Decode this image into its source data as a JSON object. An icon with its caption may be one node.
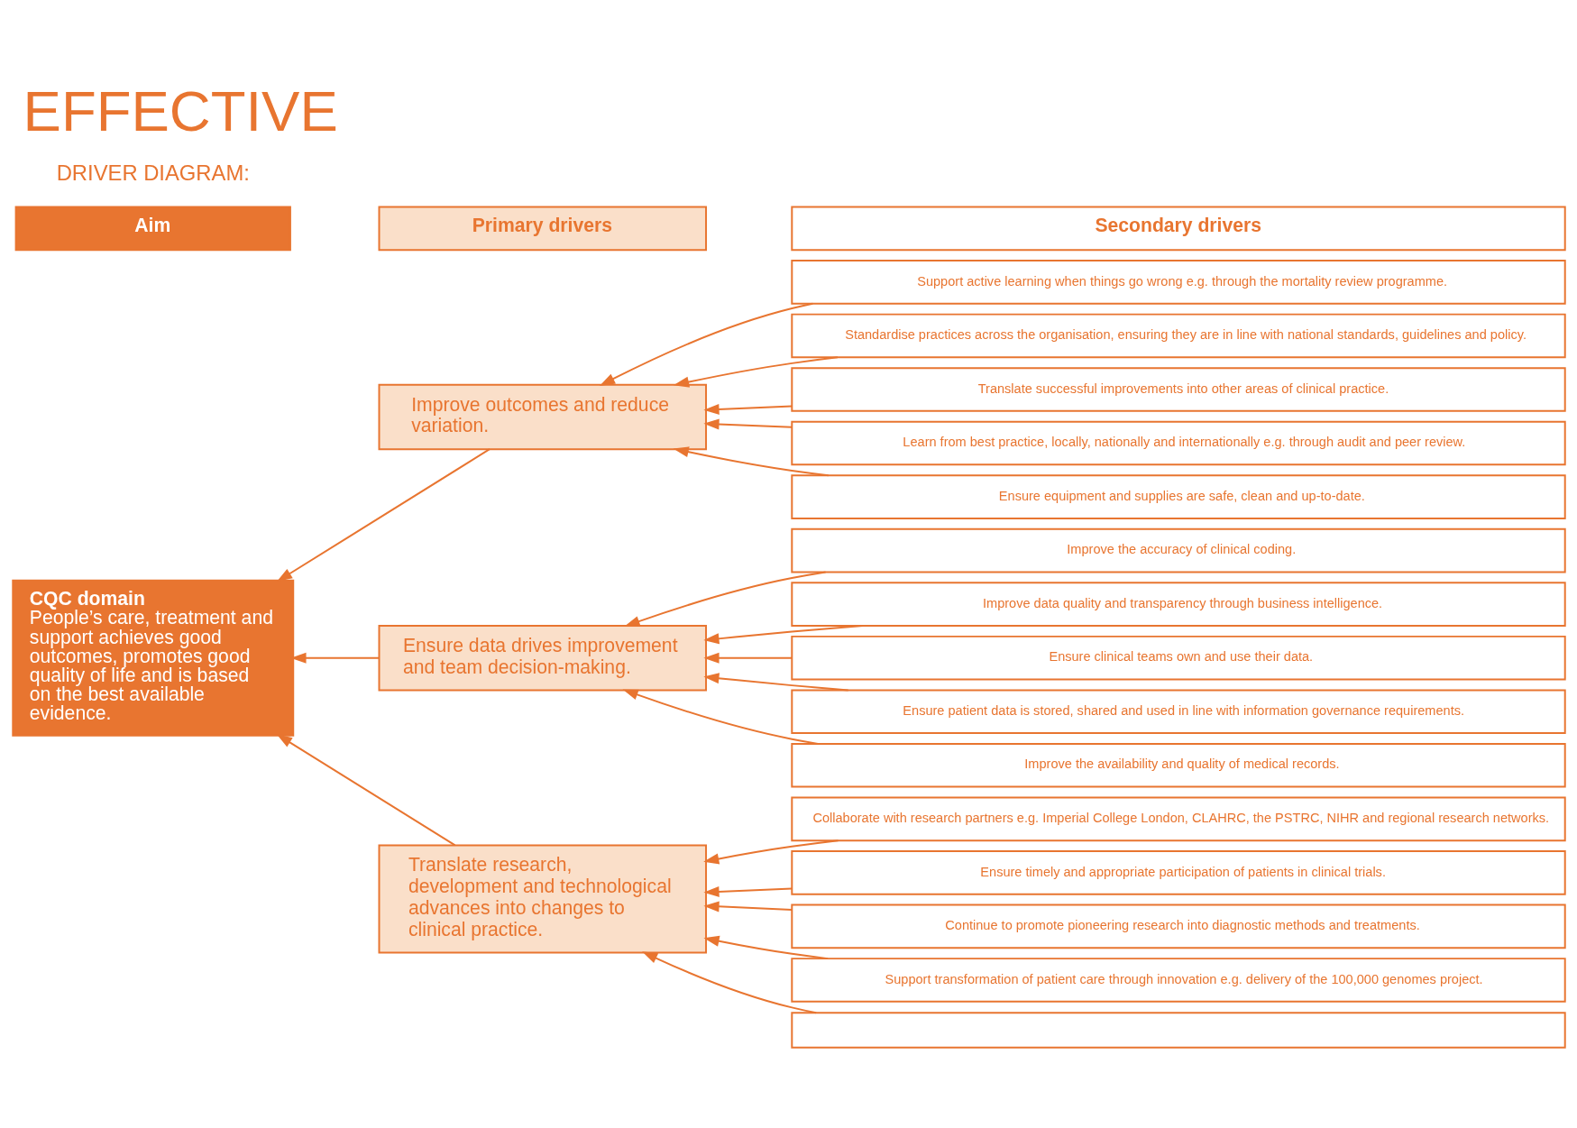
{
  "diagram": {
    "title": "EFFECTIVE",
    "nodes": [
      {
        "text": [
          "Aim"
        ]
      },
      {
        "text": [
          "Primary drivers"
        ]
      },
      {
        "text": [
          "Secondary drivers"
        ]
      },
      {
        "text": [
          "CQC domain",
          "People’s care, treatment and support achieves good outcomes, promotes good quality of life and is based on the best available evidence."
        ]
      },
      {
        "text": [
          "Improve outcomes and reduce variation."
        ]
      },
      {
        "text": [
          "Ensure data drives improvement and team decision-making."
        ]
      },
      {
        "text": [
          "Translate research, development and technological advances into changes to clinical practice."
        ]
      },
      {
        "text": [
          "Support active learning when things go wrong e.g. through the mortality review programme."
        ]
      },
      {
        "text": [
          "Standardise practices across the organisation, ensuring they are in line with national standards, guidelines and policy."
        ]
      },
      {
        "text": [
          "Translate successful improvements into other areas of clinical practice."
        ]
      },
      {
        "text": [
          "Learn from best practice, locally, nationally and internationally e.g. through audit and peer review."
        ]
      },
      {
        "text": [
          "Ensure equipment and supplies are safe, clean and up-to-date."
        ]
      },
      {
        "text": [
          "Improve the accuracy of clinical coding."
        ]
      },
      {
        "text": [
          "Improve data quality and transparency through business intelligence."
        ]
      },
      {
        "text": [
          "Ensure clinical teams own and use their data."
        ]
      },
      {
        "text": [
          "Ensure patient data is stored, shared and used in line with information governance requirements."
        ]
      },
      {
        "text": [
          "Improve the availability and quality of medical records."
        ]
      },
      {
        "text": [
          "Collaborate with research partners e.g. Imperial College London, CLAHRC, the PSTRC, NIHR and regional research networks."
        ]
      },
      {
        "text": [
          "Ensure timely and appropriate participation of patients in clinical trials."
        ]
      },
      {
        "text": [
          "Continue to promote pioneering research into diagnostic methods and treatments."
        ]
      },
      {
        "text": [
          "Support transformation of patient care through innovation e.g. delivery of the 100,000 genomes project."
        ]
      },
      {
        "text": [],
        "shape": "box"
      }
    ],
    "edges": [
      {
        "from": 4,
        "to": 3,
        "arrow": "to"
      },
      {
        "from": 5,
        "to": 3,
        "arrow": "to"
      },
      {
        "from": 6,
        "to": 3,
        "arrow": "to"
      },
      {
        "from": 7,
        "to": 4,
        "arrow": "to"
      },
      {
        "from": 8,
        "to": 4,
        "arrow": "to"
      },
      {
        "from": 9,
        "to": 4,
        "arrow": "to"
      },
      {
        "from": 10,
        "to": 4,
        "arrow": "to"
      },
      {
        "from": 11,
        "to": 4,
        "arrow": "to"
      },
      {
        "from": 12,
        "to": 5,
        "arrow": "to"
      },
      {
        "from": 13,
        "to": 5,
        "arrow": "to"
      },
      {
        "from": 14,
        "to": 5,
        "arrow": "to"
      },
      {
        "from": 15,
        "to": 5,
        "arrow": "to"
      },
      {
        "from": 16,
        "to": 5,
        "arrow": "to"
      },
      {
        "from": 17,
        "to": 6,
        "arrow": "to"
      },
      {
        "from": 18,
        "to": 6,
        "arrow": "to"
      },
      {
        "from": 19,
        "to": 6,
        "arrow": "to"
      },
      {
        "from": 20,
        "to": 6,
        "arrow": "to"
      },
      {
        "from": 21,
        "to": 6,
        "arrow": "to"
      }
    ],
    "labels": [
      "DRIVER DIAGRAM:"
    ]
  }
}
